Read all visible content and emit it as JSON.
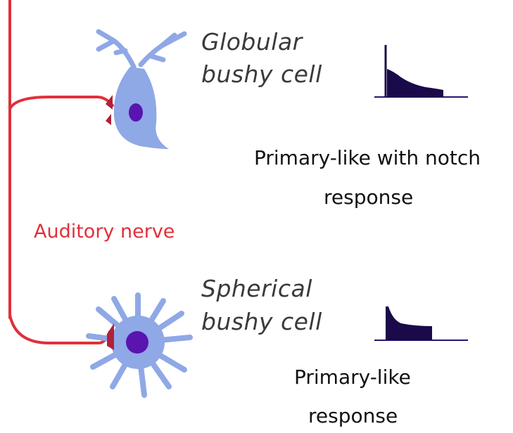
{
  "cells": {
    "globular": {
      "name_line1": "Globular",
      "name_line2": "bushy cell",
      "response_line1": "Primary-like with notch",
      "response_line2": "response"
    },
    "spherical": {
      "name_line1": "Spherical",
      "name_line2": "bushy cell",
      "response_line1": "Primary-like",
      "response_line2": "response"
    }
  },
  "nerve_label": "Auditory nerve",
  "colors": {
    "nerve": "#e0303a",
    "cell_body": "#8fa8e6",
    "nucleus": "#5a14b0",
    "histogram": "#1a0a4a"
  }
}
